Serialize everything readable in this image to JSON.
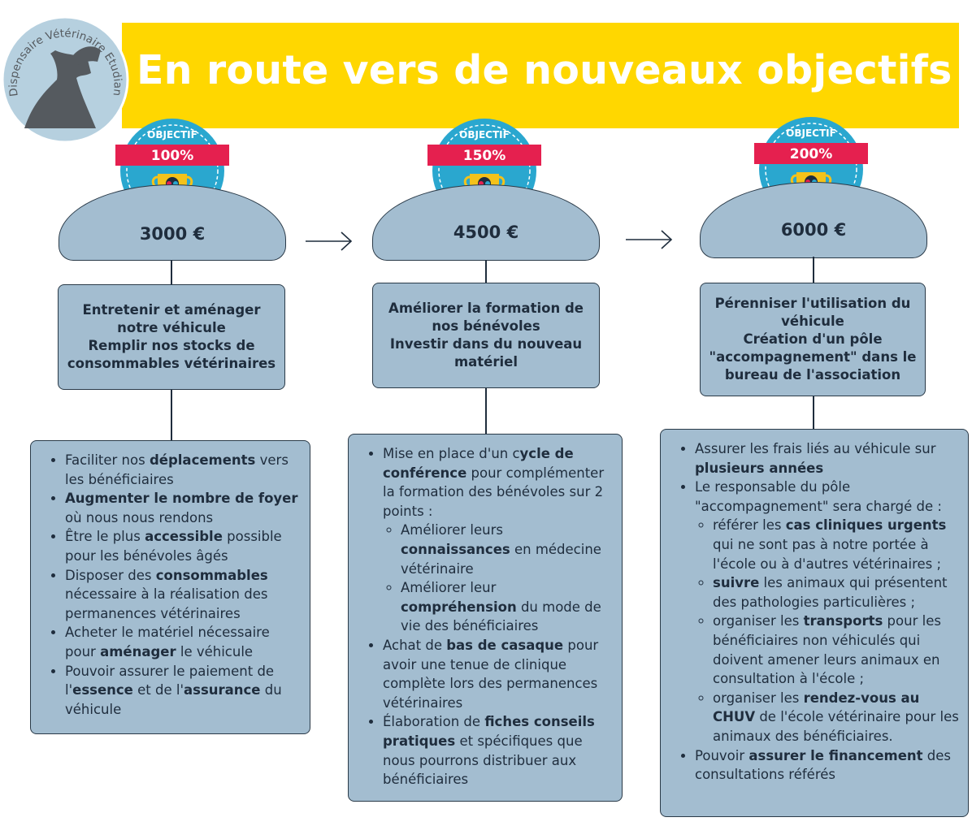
{
  "header": {
    "title": "En route vers de nouveaux objectifs",
    "logo_text": "Dispensaire Vétérinaire Etudiant",
    "banner_color": "#FFD700"
  },
  "colors": {
    "box_fill": "#a3bdd0",
    "badge_blue": "#2aa7cf",
    "ribbon_red": "#e5204f",
    "trophy_gold": "#f4c21a"
  },
  "stages": [
    {
      "badge_top": "OBJECTIF",
      "badge_percent": "100%",
      "amount": "3000 €",
      "goals": "Entretenir et aménager notre véhicule\nRemplir nos stocks de consommables vétérinaires",
      "details": [
        {
          "parts": [
            {
              "t": "Faciliter nos "
            },
            {
              "t": "déplacements",
              "b": true
            },
            {
              "t": " vers les bénéficiaires"
            }
          ]
        },
        {
          "parts": [
            {
              "t": "Augmenter le nombre de foyer",
              "b": true
            },
            {
              "t": " où nous nous rendons"
            }
          ]
        },
        {
          "parts": [
            {
              "t": "Être le plus "
            },
            {
              "t": "accessible",
              "b": true
            },
            {
              "t": " possible pour les bénévoles âgés"
            }
          ]
        },
        {
          "parts": [
            {
              "t": "Disposer des "
            },
            {
              "t": "consommables",
              "b": true
            },
            {
              "t": " nécessaire à la réalisation des permanences vétérinaires"
            }
          ]
        },
        {
          "parts": [
            {
              "t": "Acheter le matériel nécessaire pour "
            },
            {
              "t": "aménager",
              "b": true
            },
            {
              "t": " le véhicule"
            }
          ]
        },
        {
          "parts": [
            {
              "t": "Pouvoir assurer le paiement de l'"
            },
            {
              "t": "essence",
              "b": true
            },
            {
              "t": " et de l'"
            },
            {
              "t": "assurance",
              "b": true
            },
            {
              "t": " du véhicule"
            }
          ]
        }
      ]
    },
    {
      "badge_top": "OBJECTIF",
      "badge_percent": "150%",
      "amount": "4500 €",
      "goals": "Améliorer la formation de nos bénévoles\nInvestir dans du nouveau matériel",
      "details": [
        {
          "parts": [
            {
              "t": "Mise en place d'un c"
            },
            {
              "t": "ycle de conférence",
              "b": true
            },
            {
              "t": " pour complémenter la formation des bénévoles sur 2 points :"
            }
          ],
          "sub": [
            {
              "parts": [
                {
                  "t": "Améliorer leurs "
                },
                {
                  "t": "connaissances",
                  "b": true
                },
                {
                  "t": " en médecine vétérinaire"
                }
              ]
            },
            {
              "parts": [
                {
                  "t": "Améliorer leur "
                },
                {
                  "t": "compréhension",
                  "b": true
                },
                {
                  "t": " du  mode de vie des bénéficiaires"
                }
              ]
            }
          ]
        },
        {
          "parts": [
            {
              "t": "Achat de "
            },
            {
              "t": "bas de casaque",
              "b": true
            },
            {
              "t": " pour avoir une tenue de clinique complète lors des permanences vétérinaires"
            }
          ]
        },
        {
          "parts": [
            {
              "t": " Élaboration de "
            },
            {
              "t": "fiches conseils pratiques",
              "b": true
            },
            {
              "t": " et spécifiques que nous pourrons distribuer aux bénéficiaires"
            }
          ]
        }
      ]
    },
    {
      "badge_top": "OBJECTIF",
      "badge_percent": "200%",
      "amount": "6000 €",
      "goals": "Pérenniser l'utilisation du véhicule\nCréation d'un pôle \"accompagnement\" dans le bureau de l'association",
      "details": [
        {
          "parts": [
            {
              "t": "Assurer les frais liés au véhicule sur "
            },
            {
              "t": "plusieurs années",
              "b": true
            }
          ]
        },
        {
          "parts": [
            {
              "t": "Le responsable du pôle \"accompagnement\" sera chargé de :"
            }
          ],
          "sub": [
            {
              "parts": [
                {
                  "t": "référer les "
                },
                {
                  "t": "cas cliniques urgents",
                  "b": true
                },
                {
                  "t": " qui ne sont pas à notre portée à l'école ou à d'autres vétérinaires ;"
                }
              ]
            },
            {
              "parts": [
                {
                  "t": "suivre",
                  "b": true
                },
                {
                  "t": " les animaux qui présentent des pathologies particulières ;"
                }
              ]
            },
            {
              "parts": [
                {
                  "t": "organiser les "
                },
                {
                  "t": "transports",
                  "b": true
                },
                {
                  "t": " pour les bénéficiaires non véhiculés qui doivent amener leurs animaux en consultation à l'école ;"
                }
              ]
            },
            {
              "parts": [
                {
                  "t": " organiser les "
                },
                {
                  "t": "rendez-vous au CHUV",
                  "b": true
                },
                {
                  "t": " de l'école vétérinaire pour les animaux des bénéficiaires."
                }
              ]
            }
          ]
        },
        {
          "parts": [
            {
              "t": "Pouvoir "
            },
            {
              "t": "assurer le financement",
              "b": true
            },
            {
              "t": " des consultations référés"
            }
          ]
        }
      ]
    }
  ]
}
